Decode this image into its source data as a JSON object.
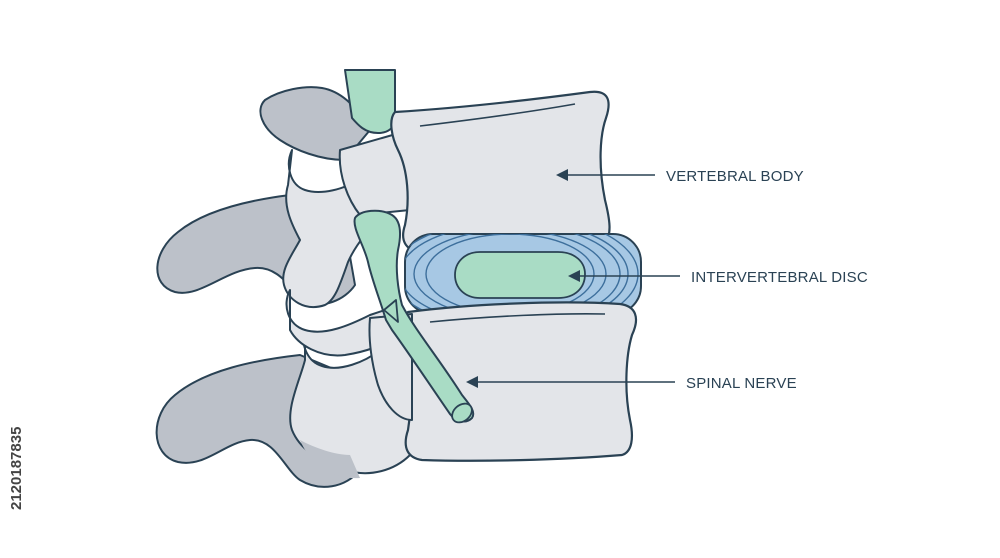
{
  "labels": {
    "vertebral_body": "VERTEBRAL BODY",
    "intervertebral_disc": "INTERVERTEBRAL DISC",
    "spinal_nerve": "SPINAL NERVE"
  },
  "stock_id": "2120187835",
  "colors": {
    "bone": "#e3e5e9",
    "bone_shadow": "#bcc1c9",
    "outline": "#2a4254",
    "nerve": "#a9dcc5",
    "disc_ring": "#a7c8e4",
    "disc_ring_line": "#3d6f9c",
    "nucleus": "#a9dcc5"
  }
}
